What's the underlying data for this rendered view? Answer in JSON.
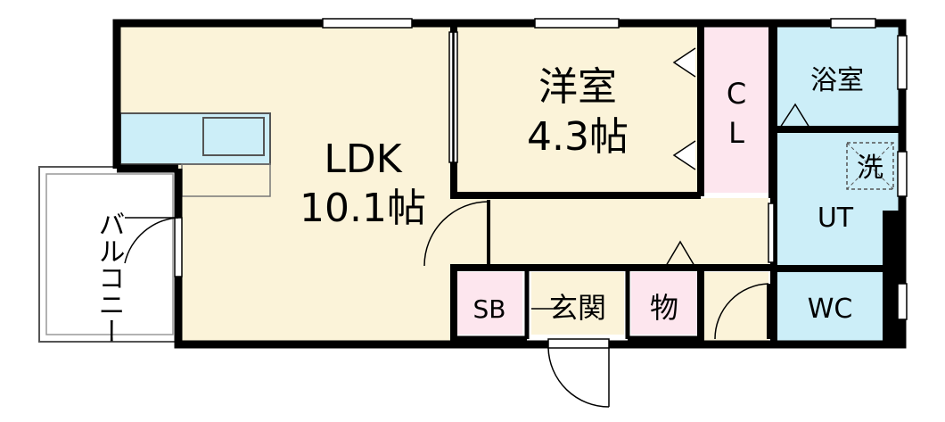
{
  "rooms": {
    "ldk": {
      "name": "LDK",
      "size": "10.1帖"
    },
    "western": {
      "name": "洋室",
      "size": "4.3帖"
    },
    "closet": {
      "line1": "C",
      "line2": "L"
    },
    "bath": {
      "name": "浴室"
    },
    "washer": {
      "name": "洗"
    },
    "utility": {
      "name": "UT"
    },
    "toilet": {
      "name": "WC"
    },
    "shoebox": {
      "name": "SB"
    },
    "entrance": {
      "name": "玄関"
    },
    "storage": {
      "name": "物"
    },
    "balcony": {
      "name": "バルコニー"
    }
  },
  "colors": {
    "wall": "#000000",
    "floor": "#fbf3d9",
    "wet": "#cceef8",
    "closet": "#fde6ee",
    "counter": "#cceef8",
    "balcony": "#ffffff"
  }
}
